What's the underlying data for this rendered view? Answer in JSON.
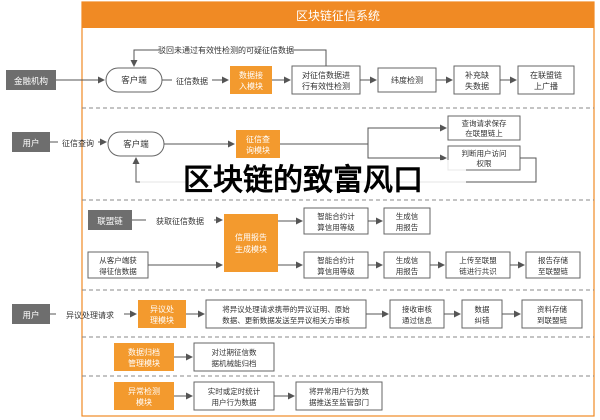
{
  "title": "区块链征信系统",
  "overlay_text": "区块链的致富风口",
  "colors": {
    "title_bar": "#f08a24",
    "orange_box": "#f39a2e",
    "gray_box": "#6e6e6e",
    "node_border": "#666666",
    "arrow": "#555555",
    "divider": "#888888",
    "frame": "#f08a24"
  },
  "section1": {
    "actor": "金融机构",
    "feedback": "驳回未通过有效性检测的可疑征信数据",
    "edge_label": "征信数据",
    "client": "客户端",
    "ingest_module": [
      "数据接",
      "入模块"
    ],
    "validity_check": [
      "对征信数据进",
      "行有效性检测"
    ],
    "dimension_check": "纬度检测",
    "fill_missing": [
      "补充缺",
      "失数据"
    ],
    "onchain_broadcast": [
      "在联盟链",
      "上广播"
    ]
  },
  "section2": {
    "actor": "用户",
    "edge_label": "征信查询",
    "client": "客户端",
    "query_module": [
      "征信查",
      "询模块"
    ],
    "save_request": [
      "查询请求保存",
      "在联盟链上"
    ],
    "check_permission": [
      "判断用户访问",
      "权限"
    ]
  },
  "section3": {
    "consortium_chain": "联盟链",
    "fetch_label": "获取征信数据",
    "from_client": [
      "从客户端获",
      "得征信数据"
    ],
    "report_module": [
      "信用报告",
      "生成模块"
    ],
    "contract_1": [
      "智能合约计",
      "算信用等级"
    ],
    "report_1": [
      "生成信",
      "用报告"
    ],
    "contract_2": [
      "智能合约计",
      "算信用等级"
    ],
    "report_2": [
      "生成信",
      "用报告"
    ],
    "upload_chain": [
      "上传至联盟",
      "链进行共识"
    ],
    "store_report": [
      "报告存储",
      "至联盟链"
    ]
  },
  "section4": {
    "actor": "用户",
    "edge_label": "异议处理请求",
    "objection_module": [
      "异议处",
      "理模块"
    ],
    "forward_objection": [
      "将异议处理请求携带的异议证明、原始",
      "数据、更新数据发送至异议相关方审核"
    ],
    "receive_review": [
      "接收审核",
      "通过信息"
    ],
    "data_correct": [
      "数据",
      "纠错"
    ],
    "store_data": [
      "资料存储",
      "到联盟链"
    ]
  },
  "section5": {
    "archive_module": [
      "数据归档",
      "管理模块"
    ],
    "archive_expired": [
      "对过期征信数",
      "据机械能归档"
    ]
  },
  "section6": {
    "anomaly_module": [
      "异常检测",
      "模块"
    ],
    "realtime_stats": [
      "实时或定时统计",
      "用户行为数据"
    ],
    "send_regulator": [
      "将异常用户行为数",
      "据推送至监管部门"
    ]
  }
}
